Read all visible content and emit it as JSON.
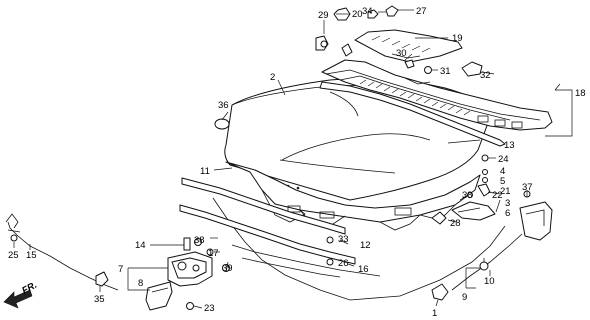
{
  "diagram": {
    "direction_label": "FR.",
    "callouts": [
      {
        "id": "p1",
        "text": "1"
      },
      {
        "id": "p2",
        "text": "2"
      },
      {
        "id": "p3",
        "text": "3"
      },
      {
        "id": "p4",
        "text": "4"
      },
      {
        "id": "p5",
        "text": "5"
      },
      {
        "id": "p6",
        "text": "6"
      },
      {
        "id": "p7",
        "text": "7"
      },
      {
        "id": "p8",
        "text": "8"
      },
      {
        "id": "p9",
        "text": "9"
      },
      {
        "id": "p10",
        "text": "10"
      },
      {
        "id": "p11",
        "text": "11"
      },
      {
        "id": "p12",
        "text": "12"
      },
      {
        "id": "p13",
        "text": "13"
      },
      {
        "id": "p14",
        "text": "14"
      },
      {
        "id": "p15",
        "text": "15"
      },
      {
        "id": "p16",
        "text": "16"
      },
      {
        "id": "p17",
        "text": "17"
      },
      {
        "id": "p18",
        "text": "18"
      },
      {
        "id": "p19",
        "text": "19"
      },
      {
        "id": "p20",
        "text": "20"
      },
      {
        "id": "p21",
        "text": "21"
      },
      {
        "id": "p22",
        "text": "22"
      },
      {
        "id": "p23",
        "text": "23"
      },
      {
        "id": "p24",
        "text": "24"
      },
      {
        "id": "p25",
        "text": "25"
      },
      {
        "id": "p26",
        "text": "26"
      },
      {
        "id": "p27",
        "text": "27"
      },
      {
        "id": "p28",
        "text": "28"
      },
      {
        "id": "p29",
        "text": "29"
      },
      {
        "id": "p30",
        "text": "30"
      },
      {
        "id": "p31",
        "text": "31"
      },
      {
        "id": "p32",
        "text": "32"
      },
      {
        "id": "p33",
        "text": "33"
      },
      {
        "id": "p34",
        "text": "34"
      },
      {
        "id": "p35",
        "text": "35"
      },
      {
        "id": "p36",
        "text": "36"
      },
      {
        "id": "p37",
        "text": "37"
      },
      {
        "id": "p38a",
        "text": "38"
      },
      {
        "id": "p38b",
        "text": "38"
      },
      {
        "id": "p39",
        "text": "39"
      }
    ]
  }
}
